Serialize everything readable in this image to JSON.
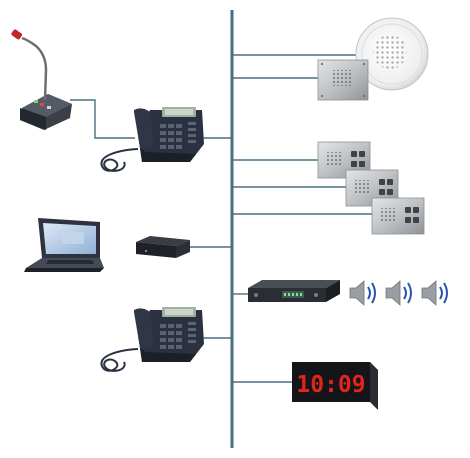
{
  "colors": {
    "backbone": "#4a6f80",
    "connector": "#4a6f80",
    "clock_digit": "#e0251b",
    "speaker_wave": "#2a55b0",
    "phone_body": "#2b3140",
    "metal": "#b9bcc0"
  },
  "clock": {
    "display": "10:09"
  },
  "devices": [
    {
      "name": "paging-microphone",
      "icon": "microphone-console-icon"
    },
    {
      "name": "desk-phone-top",
      "icon": "desk-phone-icon"
    },
    {
      "name": "laptop",
      "icon": "laptop-icon"
    },
    {
      "name": "network-adapter-box",
      "icon": "adapter-box-icon"
    },
    {
      "name": "desk-phone-bottom",
      "icon": "desk-phone-icon"
    },
    {
      "name": "ceiling-speaker",
      "icon": "ceiling-speaker-icon"
    },
    {
      "name": "intercom-panel",
      "icon": "intercom-panel-icon"
    },
    {
      "name": "call-switch-panel-1",
      "icon": "call-switch-icon"
    },
    {
      "name": "call-switch-panel-2",
      "icon": "call-switch-icon"
    },
    {
      "name": "call-switch-panel-3",
      "icon": "call-switch-icon"
    },
    {
      "name": "paging-amplifier",
      "icon": "amplifier-icon"
    },
    {
      "name": "horn-speaker",
      "icon": "speaker-sound-icon"
    },
    {
      "name": "digital-clock",
      "icon": "digital-clock-icon"
    }
  ]
}
